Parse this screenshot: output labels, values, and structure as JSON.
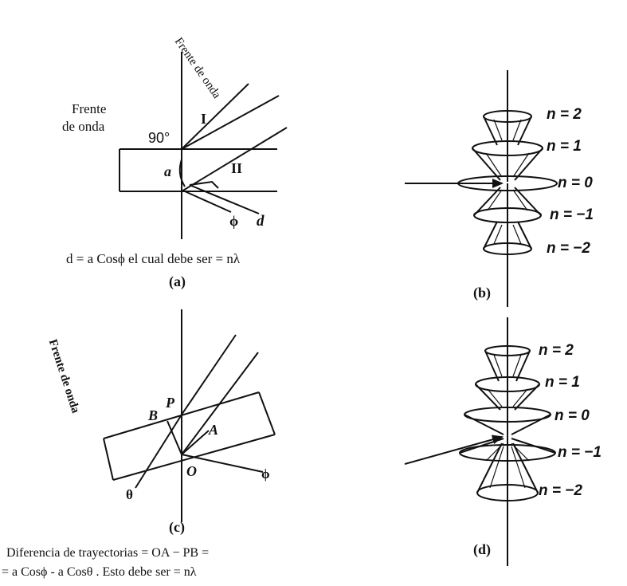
{
  "panel_a": {
    "wavefront_diag": "Frente de onda",
    "wavefront_left_line1": "Frente",
    "wavefront_left_line2": "de onda",
    "angle": "90°",
    "region_1": "I",
    "region_2": "II",
    "spacing": "a",
    "phi": "ϕ",
    "d": "d",
    "formula": "d = a Cosϕ el cual debe ser = nλ",
    "caption": "(a)"
  },
  "panel_b": {
    "orders": [
      "n = 2",
      "n = 1",
      "n = 0",
      "n = −1",
      "n = −2"
    ],
    "caption": "(b)"
  },
  "panel_c": {
    "wavefront": "Frente de onda",
    "point_B": "B",
    "point_P": "P",
    "point_A": "A",
    "point_O": "O",
    "theta": "θ",
    "phi": "ϕ",
    "caption": "(c)",
    "formula_line1": "Diferencia de trayectorias = OA − PB =",
    "formula_line2": "= a Cosϕ - a Cosθ . Esto debe ser = nλ"
  },
  "panel_d": {
    "orders": [
      "n = 2",
      "n = 1",
      "n = 0",
      "n = −1",
      "n = −2"
    ],
    "caption": "(d)"
  }
}
